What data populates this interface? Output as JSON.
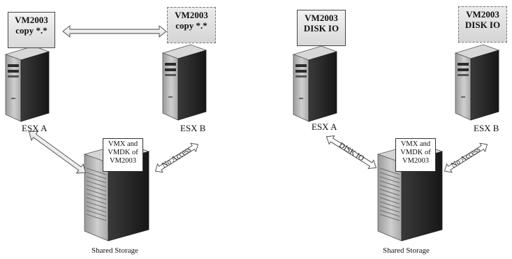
{
  "left_panel": {
    "vm_a_line1": "VM2003",
    "vm_a_line2": "copy *.*",
    "vm_b_line1": "VM2003",
    "vm_b_line2": "copy *.*",
    "host_a": "ESX A",
    "host_b": "ESX B",
    "storage_note_line1": "VMX and",
    "storage_note_line2": "VMDK of",
    "storage_note_line3": "VM2003",
    "no_access": "No Access",
    "storage": "Shared Storage"
  },
  "right_panel": {
    "vm_a_line1": "VM2003",
    "vm_a_line2": "DISK IO",
    "vm_b_line1": "VM2003",
    "vm_b_line2": "DISK IO",
    "host_a": "ESX A",
    "host_b": "ESX B",
    "storage_note_line1": "VMX and",
    "storage_note_line2": "VMDK of",
    "storage_note_line3": "VM2003",
    "disk_io": "DISK IO",
    "no_access": "No Access",
    "storage": "Shared Storage"
  }
}
